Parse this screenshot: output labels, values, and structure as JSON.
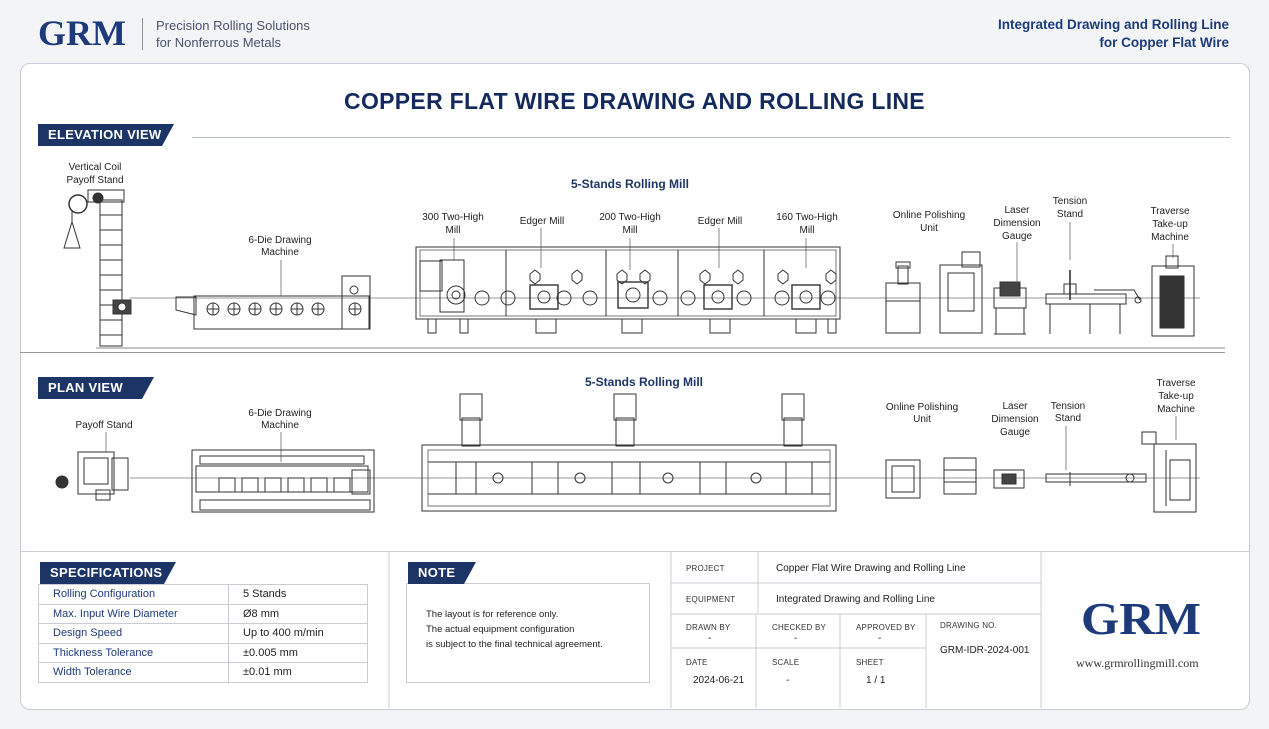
{
  "header": {
    "logo_text": "GRM",
    "tagline_1": "Precision Rolling Solutions",
    "tagline_2": "for Nonferrous Metals",
    "right_1": "Integrated Drawing and Rolling Line",
    "right_2": "for Copper Flat Wire"
  },
  "title": "COPPER FLAT WIRE DRAWING AND ROLLING LINE",
  "elevation": {
    "tab": "ELEVATION VIEW",
    "payoff_1": "Vertical Coil",
    "payoff_2": "Payoff Stand",
    "drawing_1": "6-Die Drawing",
    "drawing_2": "Machine",
    "mill_title": "5-Stands Rolling Mill",
    "m300_1": "300 Two-High",
    "m300_2": "Mill",
    "edger1": "Edger Mill",
    "m200_1": "200 Two-High",
    "m200_2": "Mill",
    "edger2": "Edger Mill",
    "m160_1": "160 Two-High",
    "m160_2": "Mill",
    "polish_1": "Online Polishing",
    "polish_2": "Unit",
    "laser_1": "Laser",
    "laser_2": "Dimension",
    "laser_3": "Gauge",
    "tension_1": "Tension",
    "tension_2": "Stand",
    "takeup_1": "Traverse",
    "takeup_2": "Take-up",
    "takeup_3": "Machine"
  },
  "plan": {
    "tab": "PLAN VIEW",
    "payoff": "Payoff Stand",
    "drawing_1": "6-Die Drawing",
    "drawing_2": "Machine",
    "mill_title": "5-Stands Rolling Mill",
    "polish_1": "Online Polishing",
    "polish_2": "Unit",
    "laser_1": "Laser",
    "laser_2": "Dimension",
    "laser_3": "Gauge",
    "tension_1": "Tension",
    "tension_2": "Stand",
    "takeup_1": "Traverse",
    "takeup_2": "Take-up",
    "takeup_3": "Machine"
  },
  "specs": {
    "tab": "SPECIFICATIONS",
    "rows": [
      {
        "k": "Rolling Configuration",
        "v": "5 Stands"
      },
      {
        "k": "Max. Input Wire Diameter",
        "v": "Ø8 mm"
      },
      {
        "k": "Design Speed",
        "v": "Up to 400 m/min"
      },
      {
        "k": "Thickness Tolerance",
        "v": "±0.005 mm"
      },
      {
        "k": "Width Tolerance",
        "v": "±0.01 mm"
      }
    ]
  },
  "note": {
    "tab": "NOTE",
    "line_1": "The layout is for reference only.",
    "line_2": "The actual equipment configuration",
    "line_3": "is subject to the final technical agreement."
  },
  "titleblock": {
    "project_k": "PROJECT",
    "project_v": "Copper Flat Wire Drawing and Rolling Line",
    "equipment_k": "EQUIPMENT",
    "equipment_v": "Integrated Drawing and Rolling Line",
    "drawn_k": "DRAWN BY",
    "drawn_v": "-",
    "checked_k": "CHECKED BY",
    "checked_v": "-",
    "approved_k": "APPROVED BY",
    "approved_v": "-",
    "drawingno_k": "DRAWING NO.",
    "drawingno_v": "GRM-IDR-2024-001",
    "date_k": "DATE",
    "date_v": "2024-06-21",
    "scale_k": "SCALE",
    "scale_v": "-",
    "sheet_k": "SHEET",
    "sheet_v": "1 / 1",
    "logo_text": "GRM",
    "url": "www.grmrollingmill.com"
  },
  "colors": {
    "navy": "#1d3566",
    "accent": "#1d3a7a"
  }
}
